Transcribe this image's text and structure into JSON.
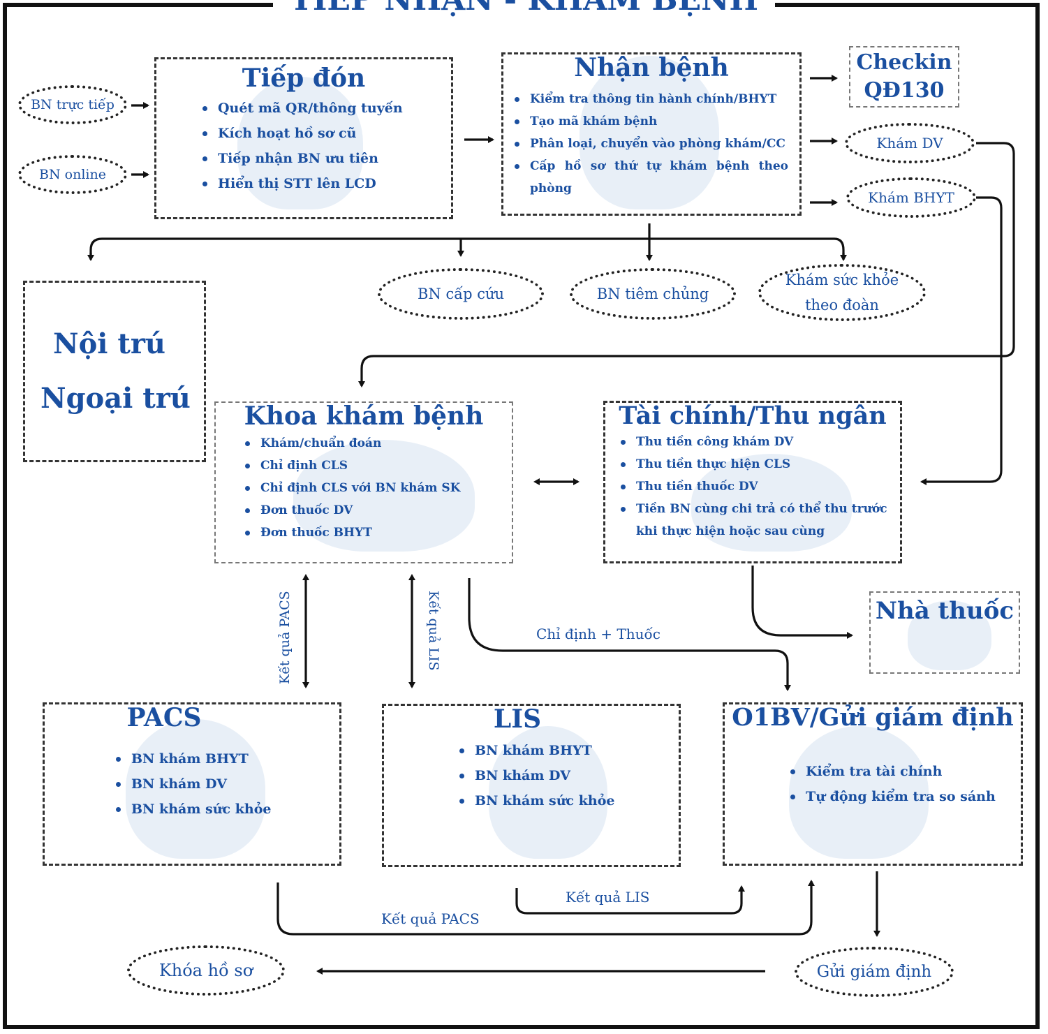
{
  "title": "TIẾP NHẬN - KHÁM BỆNH",
  "entry": {
    "direct": "BN trực tiếp",
    "online": "BN online"
  },
  "reception": {
    "title": "Tiếp đón",
    "items": [
      "Quét mã QR/thông tuyến",
      "Kích hoạt hồ sơ cũ",
      "Tiếp nhận BN ưu tiên",
      "Hiển thị STT lên LCD"
    ]
  },
  "intake": {
    "title": "Nhận bệnh",
    "items": [
      "Kiểm tra thông tin hành chính/BHYT",
      "Tạo mã khám bệnh",
      "Phân loại, chuyển vào phòng khám/CC",
      "Cấp hồ sơ thứ tự khám bệnh theo phòng"
    ]
  },
  "checkin": {
    "line1": "Checkin",
    "line2": "QĐ130"
  },
  "service_exam": "Khám DV",
  "insurance_exam": "Khám BHYT",
  "emergency": "BN cấp cứu",
  "vaccination": "BN tiêm chủng",
  "group_health": {
    "line1": "Khám sức khỏe",
    "line2": "theo đoàn"
  },
  "inpatient": {
    "line1": "Nội trú",
    "line2": "Ngoại trú"
  },
  "exam_dept": {
    "title": "Khoa khám bệnh",
    "items": [
      "Khám/chuẩn đoán",
      "Chỉ định CLS",
      "Chỉ định CLS với BN khám SK",
      "Đơn thuốc DV",
      "Đơn thuốc BHYT"
    ]
  },
  "finance": {
    "title": "Tài chính/Thu ngân",
    "items": [
      "Thu tiền công khám DV",
      "Thu tiền thực hiện CLS",
      "Thu tiền thuốc DV",
      "Tiền BN cùng chi trả có thể thu trước",
      "khi thực hiện hoặc sau cùng"
    ]
  },
  "pharmacy": "Nhà thuốc",
  "labels": {
    "pacs_result": "Kết quả PACS",
    "lis_result": "Kết quả LIS",
    "order_drug": "Chỉ định + Thuốc"
  },
  "pacs": {
    "title": "PACS",
    "items": [
      "BN khám BHYT",
      "BN khám DV",
      "BN khám sức khỏe"
    ]
  },
  "lis": {
    "title": "LIS",
    "items": [
      "BN khám BHYT",
      "BN khám DV",
      "BN khám sức khỏe"
    ]
  },
  "o1bv": {
    "title": "O1BV/Gửi giám định",
    "items": [
      "Kiểm tra tài chính",
      "Tự động kiểm tra so sánh"
    ]
  },
  "send_review": "Gửi giám định",
  "close_record": "Khóa hồ sơ",
  "colors": {
    "primary_text": "#1a4fa0",
    "line": "#111111"
  }
}
